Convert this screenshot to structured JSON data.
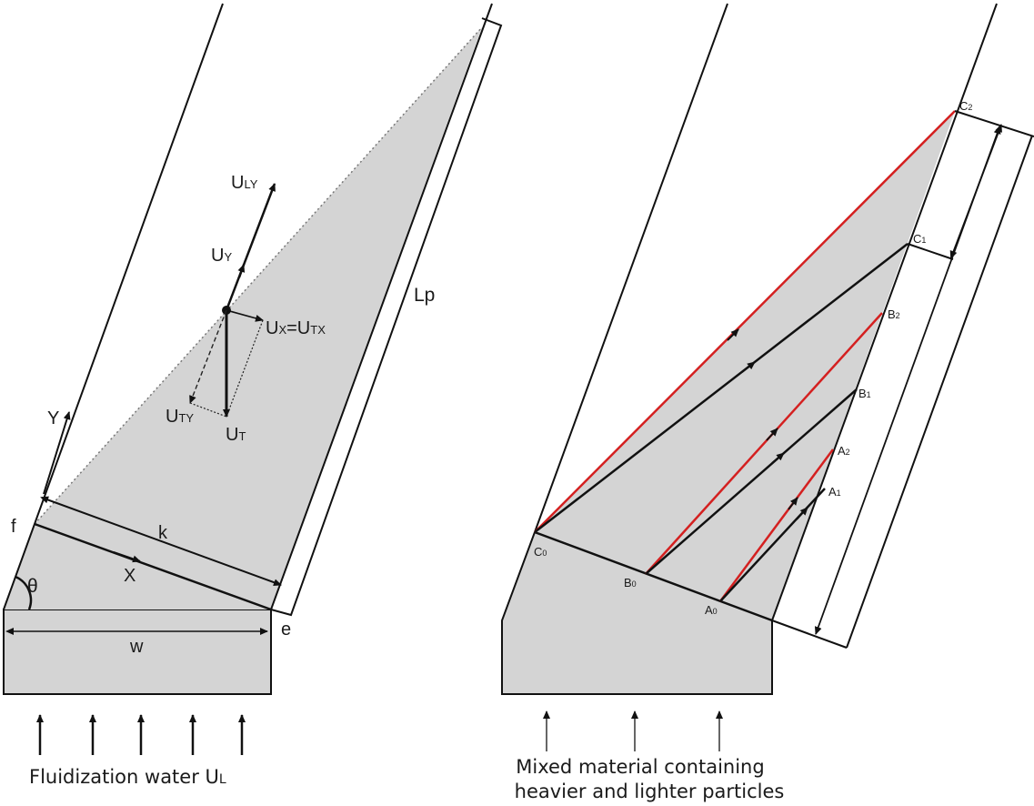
{
  "left_diagram": {
    "labels": {
      "u_ly": {
        "main": "U",
        "sub": "LY"
      },
      "u_y": {
        "main": "U",
        "sub": "Y"
      },
      "u_x": {
        "main": "U",
        "sub": "X"
      },
      "u_x_eq": "=U",
      "u_tx_sub": "TX",
      "u_ty": {
        "main": "U",
        "sub": "TY"
      },
      "u_t": {
        "main": "U",
        "sub": "T"
      },
      "lp": "Lp",
      "y_axis": "Y",
      "x_axis": "X",
      "k": "k",
      "f": "f",
      "e": "e",
      "theta": "θ",
      "w": "w"
    },
    "caption": {
      "main": "Fluidization water U",
      "sub": "L"
    }
  },
  "right_diagram": {
    "points": {
      "c2": {
        "main": "C",
        "sub": "2"
      },
      "c1": {
        "main": "C",
        "sub": "1"
      },
      "b2": {
        "main": "B",
        "sub": "2"
      },
      "b1": {
        "main": "B",
        "sub": "1"
      },
      "a2": {
        "main": "A",
        "sub": "2"
      },
      "a1": {
        "main": "A",
        "sub": "1"
      },
      "c0": {
        "main": "C",
        "sub": "0"
      },
      "b0": {
        "main": "B",
        "sub": "0"
      },
      "a0": {
        "main": "A",
        "sub": "0"
      }
    },
    "caption_line1": "Mixed material containing",
    "caption_line2": "heavier and lighter particles"
  },
  "colors": {
    "shade": "#d4d4d4",
    "line": "#111111",
    "red": "#d42020"
  }
}
